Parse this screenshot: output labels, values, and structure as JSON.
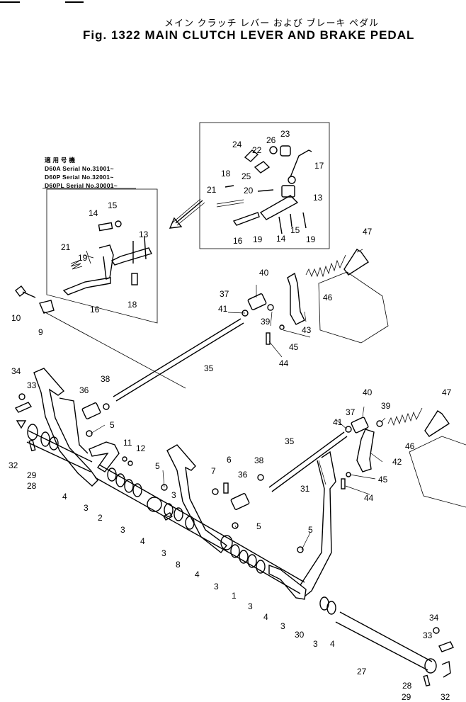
{
  "header": {
    "japanese_title": "メイン クラッチ レバー および ブレーキ ペダル",
    "title": "Fig. 1322  MAIN CLUTCH LEVER AND BRAKE PEDAL"
  },
  "serial_box": {
    "heading": "適 用 号 機",
    "lines": [
      "D60A  Serial No.31001~",
      "D60P  Serial No.32001~",
      "D60PL Serial No.30001~"
    ]
  },
  "callouts": {
    "c1": "1",
    "c2": "2",
    "c3": "3",
    "c4": "4",
    "c5": "5",
    "c6": "6",
    "c7": "7",
    "c8": "8",
    "c9": "9",
    "c10": "10",
    "c11": "11",
    "c12": "12",
    "c13": "13",
    "c14": "14",
    "c15": "15",
    "c16": "16",
    "c17": "17",
    "c18": "18",
    "c19": "19",
    "c20": "20",
    "c21": "21",
    "c22": "22",
    "c23": "23",
    "c24": "24",
    "c25": "25",
    "c26": "26",
    "c27": "27",
    "c28": "28",
    "c29": "29",
    "c30": "30",
    "c31": "31",
    "c32": "32",
    "c33": "33",
    "c34": "34",
    "c35": "35",
    "c36": "36",
    "c37": "37",
    "c38": "38",
    "c39": "39",
    "c40": "40",
    "c41": "41",
    "c42": "42",
    "c43": "43",
    "c44": "44",
    "c45": "45",
    "c46": "46",
    "c47": "47"
  }
}
